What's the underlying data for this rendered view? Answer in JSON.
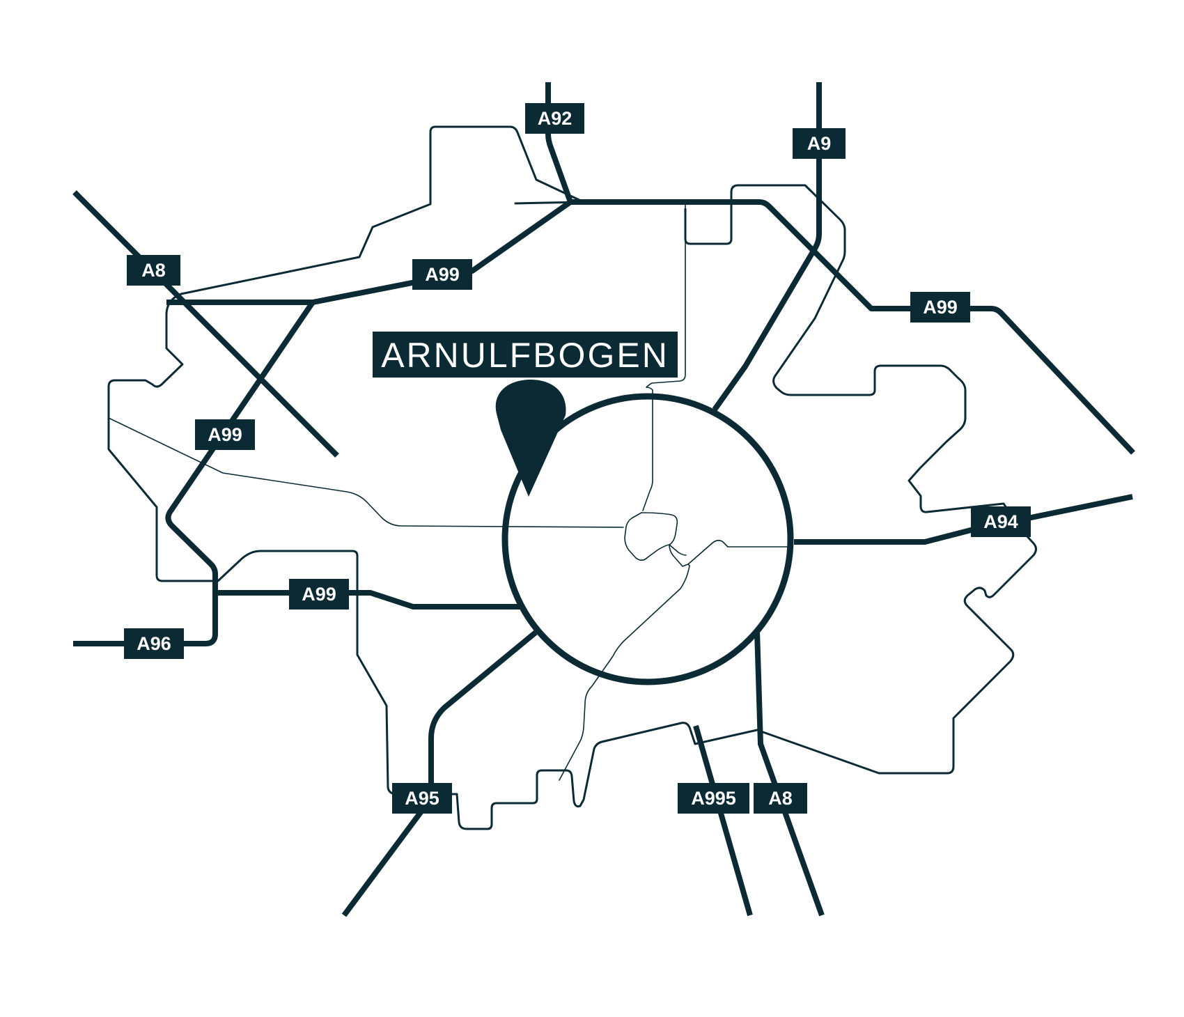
{
  "map": {
    "title": "ARNULFBOGEN",
    "colors": {
      "ink": "#0b2a33",
      "background": "#ffffff",
      "label_text": "#ffffff"
    },
    "marker": {
      "icon": "location-pin-icon"
    },
    "highway_labels": {
      "a92": "A92",
      "a9": "A9",
      "a8_northwest": "A8",
      "a99_north": "A99",
      "a99_east": "A99",
      "a99_west": "A99",
      "a99_southwest": "A99",
      "a94": "A94",
      "a96": "A96",
      "a95": "A95",
      "a995": "A995",
      "a8_south": "A8"
    }
  }
}
